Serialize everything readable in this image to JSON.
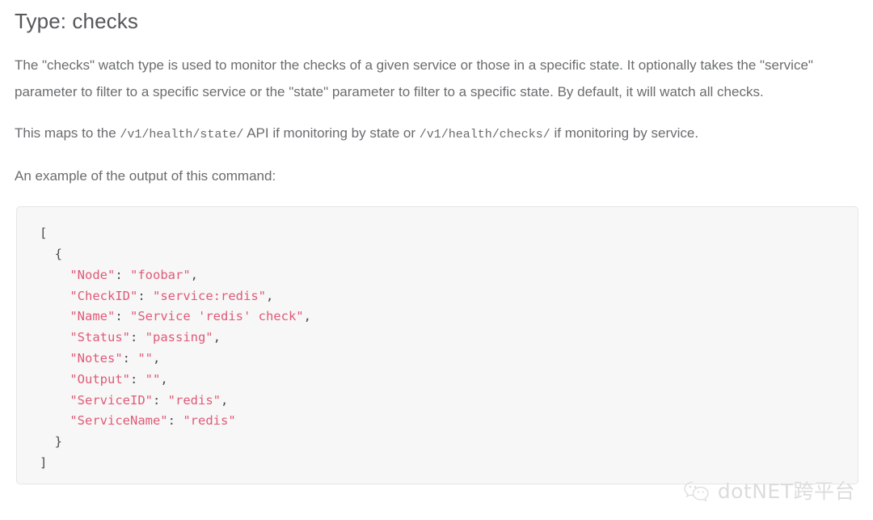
{
  "page": {
    "title": "Type: checks"
  },
  "paragraphs": {
    "p1": "The \"checks\" watch type is used to monitor the checks of a given service or those in a specific state. It optionally takes the \"service\" parameter to filter to a specific service or the \"state\" parameter to filter to a specific state. By default, it will watch all checks.",
    "p2_part1": "This maps to the ",
    "p2_code1": "/v1/health/state/",
    "p2_part2": " API if monitoring by state or ",
    "p2_code2": "/v1/health/checks/",
    "p2_part3": " if monitoring by service.",
    "p3": "An example of the output of this command:"
  },
  "code_block": {
    "language": "json",
    "lines": [
      "[",
      "  {",
      "    \"Node\": \"foobar\",",
      "    \"CheckID\": \"service:redis\",",
      "    \"Name\": \"Service 'redis' check\",",
      "    \"Status\": \"passing\",",
      "    \"Notes\": \"\",",
      "    \"Output\": \"\",",
      "    \"ServiceID\": \"redis\",",
      "    \"ServiceName\": \"redis\"",
      "  }",
      "]"
    ],
    "text": "[\n  {\n    \"Node\": \"foobar\",\n    \"CheckID\": \"service:redis\",\n    \"Name\": \"Service 'redis' check\",\n    \"Status\": \"passing\",\n    \"Notes\": \"\",\n    \"Output\": \"\",\n    \"ServiceID\": \"redis\",\n    \"ServiceName\": \"redis\"\n  }\n]",
    "json_value": [
      {
        "Node": "foobar",
        "CheckID": "service:redis",
        "Name": "Service 'redis' check",
        "Status": "passing",
        "Notes": "",
        "Output": "",
        "ServiceID": "redis",
        "ServiceName": "redis"
      }
    ]
  },
  "watermark": {
    "icon": "wechat-icon",
    "label": "dotNET跨平台"
  },
  "colors": {
    "title": "#555759",
    "body_text": "#6a6c6e",
    "code_string": "#e05a77",
    "code_punct": "#4a4a4a",
    "code_bg": "#f7f7f7",
    "code_border": "#e6e6e6",
    "watermark": "#dcdcdc"
  }
}
